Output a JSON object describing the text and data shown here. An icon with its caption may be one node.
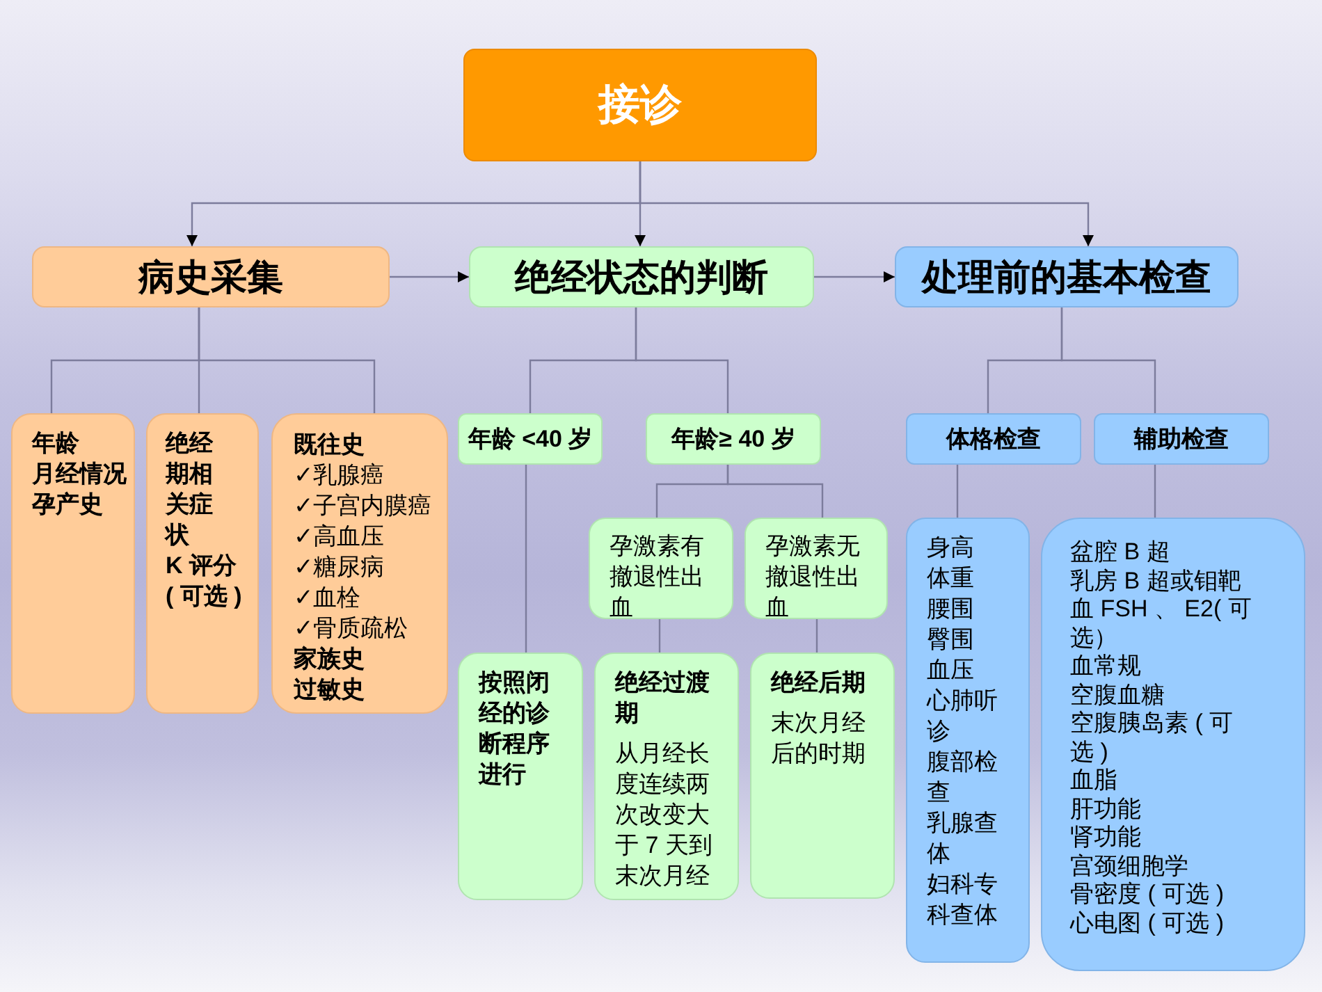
{
  "diagram": {
    "nodes": [
      {
        "text": [
          "接诊"
        ]
      },
      {
        "text": [
          "病史采集"
        ]
      },
      {
        "text": [
          "绝经状态的判断"
        ]
      },
      {
        "text": [
          "处理前的基本检查"
        ]
      },
      {
        "text": [
          "年龄",
          "月经情况",
          "孕产史"
        ]
      },
      {
        "text": [
          "绝经期相关症状",
          "K 评分 ( 可选 )"
        ]
      },
      {
        "text": [
          "既往史",
          "✓乳腺癌",
          "✓子宫内膜癌",
          "✓高血压",
          "✓糖尿病",
          "✓血栓",
          "✓骨质疏松",
          "家族史",
          "过敏史"
        ]
      },
      {
        "text": [
          "年龄 <40 岁"
        ]
      },
      {
        "text": [
          "年龄≥ 40 岁"
        ]
      },
      {
        "text": [
          "孕激素有撤退性出血"
        ]
      },
      {
        "text": [
          "孕激素无撤退性出血"
        ]
      },
      {
        "text": [
          "按照闭经的诊断程序进行"
        ]
      },
      {
        "text": [
          "绝经过渡期",
          "从月经长度连续两次改变大于 7 天到末次月经"
        ]
      },
      {
        "text": [
          "绝经后期",
          "末次月经后的时期"
        ]
      },
      {
        "text": [
          "体格检查"
        ]
      },
      {
        "text": [
          "辅助检查"
        ]
      },
      {
        "text": [
          "身高",
          "体重",
          "腰围",
          "臀围",
          "血压",
          "心肺听诊",
          "腹部检查",
          "乳腺查体",
          "妇科专科查体"
        ]
      },
      {
        "text": [
          "盆腔 B 超",
          "乳房 B 超或钼靶",
          "血 FSH 、 E2( 可选）",
          "血常规",
          "空腹血糖",
          "空腹胰岛素 ( 可选 )",
          "血脂",
          "肝功能",
          "肾功能",
          "宫颈细胞学",
          "骨密度 ( 可选 )",
          "心电图 ( 可选 )"
        ]
      }
    ],
    "edges": [
      {
        "from": 0,
        "to": 1,
        "arrow": "to"
      },
      {
        "from": 0,
        "to": 2,
        "arrow": "to"
      },
      {
        "from": 0,
        "to": 3,
        "arrow": "to"
      },
      {
        "from": 1,
        "to": 2,
        "arrow": "to"
      },
      {
        "from": 2,
        "to": 3,
        "arrow": "to"
      },
      {
        "from": 1,
        "to": 4,
        "arrow": "none"
      },
      {
        "from": 1,
        "to": 5,
        "arrow": "none"
      },
      {
        "from": 1,
        "to": 6,
        "arrow": "none"
      },
      {
        "from": 2,
        "to": 7,
        "arrow": "none"
      },
      {
        "from": 2,
        "to": 8,
        "arrow": "none"
      },
      {
        "from": 3,
        "to": 14,
        "arrow": "none"
      },
      {
        "from": 3,
        "to": 15,
        "arrow": "none"
      },
      {
        "from": 8,
        "to": 9,
        "arrow": "none"
      },
      {
        "from": 8,
        "to": 10,
        "arrow": "none"
      },
      {
        "from": 7,
        "to": 11,
        "arrow": "none"
      },
      {
        "from": 9,
        "to": 12,
        "arrow": "none"
      },
      {
        "from": 10,
        "to": 13,
        "arrow": "none"
      },
      {
        "from": 14,
        "to": 16,
        "arrow": "none"
      },
      {
        "from": 15,
        "to": 17,
        "arrow": "none"
      }
    ]
  }
}
